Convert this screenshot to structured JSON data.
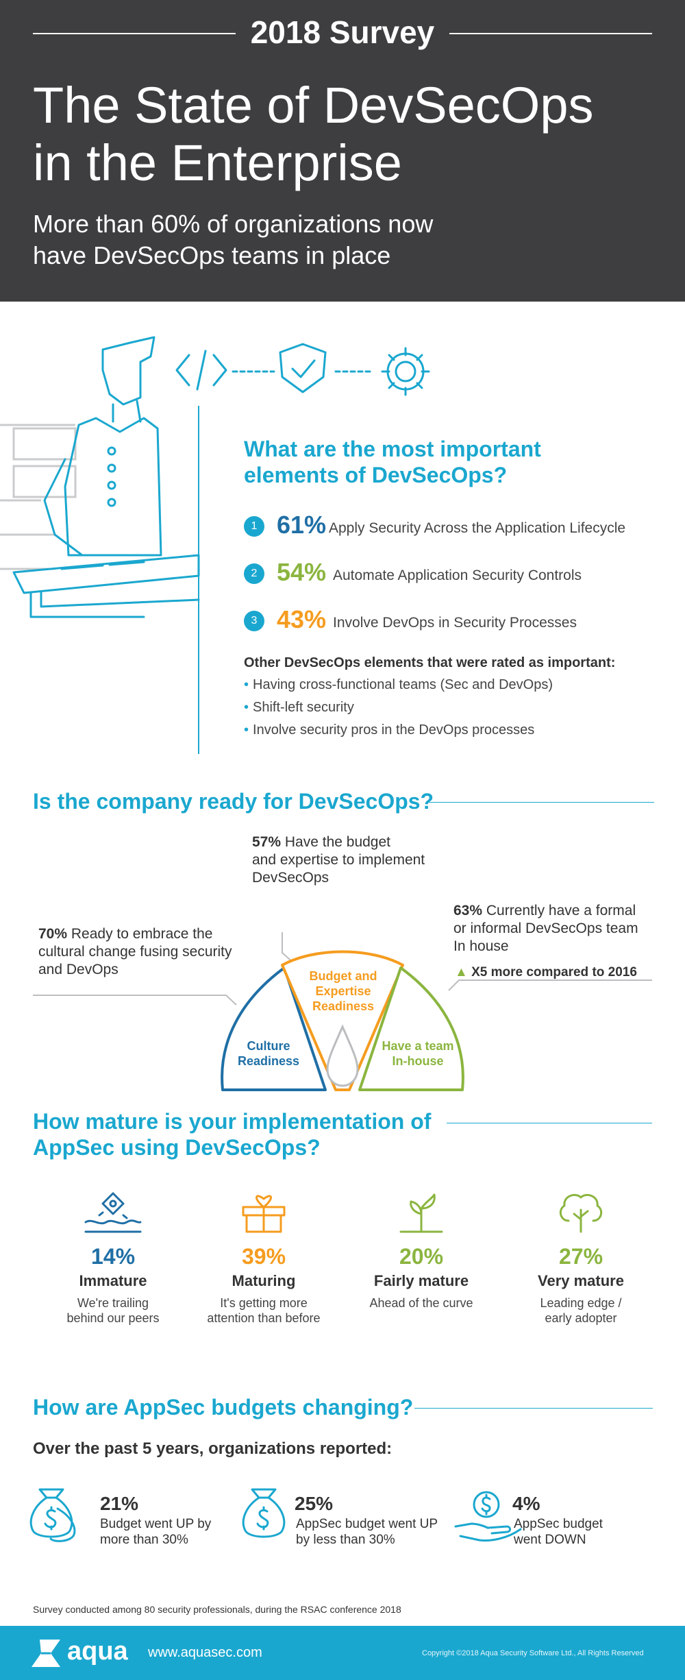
{
  "header": {
    "tag": "2018 Survey",
    "title_line1": "The State of DevSecOps",
    "title_line2": "in the Enterprise",
    "subtitle_line1": "More than 60% of organizations now",
    "subtitle_line2": "have DevSecOps teams in place"
  },
  "elements": {
    "heading_line1": "What are the most important",
    "heading_line2": "elements of DevSecOps?",
    "items": [
      {
        "num": "1",
        "pct": "61%",
        "label": "Apply Security Across the Application Lifecycle",
        "color": "#1f6fa5"
      },
      {
        "num": "2",
        "pct": "54%",
        "label": "Automate Application Security Controls",
        "color": "#8bb53f"
      },
      {
        "num": "3",
        "pct": "43%",
        "label": "Involve DevOps in Security Processes",
        "color": "#f59c1f"
      }
    ],
    "other_heading": "Other DevSecOps elements that were rated as important:",
    "others": [
      "Having cross-functional teams (Sec and DevOps)",
      "Shift-left security",
      "Involve security pros in the DevOps processes"
    ]
  },
  "readiness": {
    "heading": "Is the company ready for DevSecOps?",
    "culture": {
      "pct": "70%",
      "text_line1": "Ready to embrace the",
      "text_line2": "cultural change fusing security",
      "text_line3": "and DevOps",
      "gauge_line1": "Culture",
      "gauge_line2": "Readiness"
    },
    "budget": {
      "pct": "57%",
      "text_line1": "Have the budget",
      "text_line2": "and expertise to implement",
      "text_line3": "DevSecOps",
      "gauge_line1": "Budget and",
      "gauge_line2": "Expertise",
      "gauge_line3": "Readiness"
    },
    "team": {
      "pct": "63%",
      "text_line1": "Currently have a formal",
      "text_line2": "or informal DevSecOps team",
      "text_line3": "In house",
      "gauge_line1": "Have a team",
      "gauge_line2": "In-house",
      "growth": "X5 more compared to 2016"
    }
  },
  "maturity": {
    "heading_line1": "How mature is your implementation of",
    "heading_line2": "AppSec using DevSecOps?",
    "levels": [
      {
        "pct": "14%",
        "label": "Immature",
        "desc_line1": "We're trailing",
        "desc_line2": "behind our peers",
        "color": "#1f6fa5",
        "icon": "sinking-diamond-icon"
      },
      {
        "pct": "39%",
        "label": "Maturing",
        "desc_line1": "It's getting more",
        "desc_line2": "attention than before",
        "color": "#f59c1f",
        "icon": "gift-box-icon"
      },
      {
        "pct": "20%",
        "label": "Fairly mature",
        "desc_line1": "Ahead of the curve",
        "desc_line2": "",
        "color": "#8bb53f",
        "icon": "sprout-icon"
      },
      {
        "pct": "27%",
        "label": "Very mature",
        "desc_line1": "Leading edge /",
        "desc_line2": "early adopter",
        "color": "#8bb53f",
        "icon": "tree-icon"
      }
    ]
  },
  "budgets": {
    "heading": "How are AppSec budgets changing?",
    "subheading": "Over the past 5 years, organizations reported:",
    "items": [
      {
        "pct": "21%",
        "desc_line1": "Budget went UP by",
        "desc_line2": "more than 30%",
        "icon": "money-bags-icon"
      },
      {
        "pct": "25%",
        "desc_line1": "AppSec budget went UP",
        "desc_line2": "by less than 30%",
        "icon": "money-bag-icon"
      },
      {
        "pct": "4%",
        "desc_line1": "AppSec budget",
        "desc_line2": "went DOWN",
        "icon": "coin-hand-icon"
      }
    ]
  },
  "survey_note": "Survey conducted among 80 security professionals, during the RSAC conference 2018",
  "footer": {
    "brand": "aqua",
    "url": "www.aquasec.com",
    "copyright": "Copyright ©2018 Aqua Security Software Ltd., All Rights Reserved"
  },
  "colors": {
    "accent": "#1aa7cf",
    "header_bg": "#3e3e40",
    "green": "#8bb53f",
    "orange": "#f59c1f",
    "navy": "#1f6fa5"
  }
}
